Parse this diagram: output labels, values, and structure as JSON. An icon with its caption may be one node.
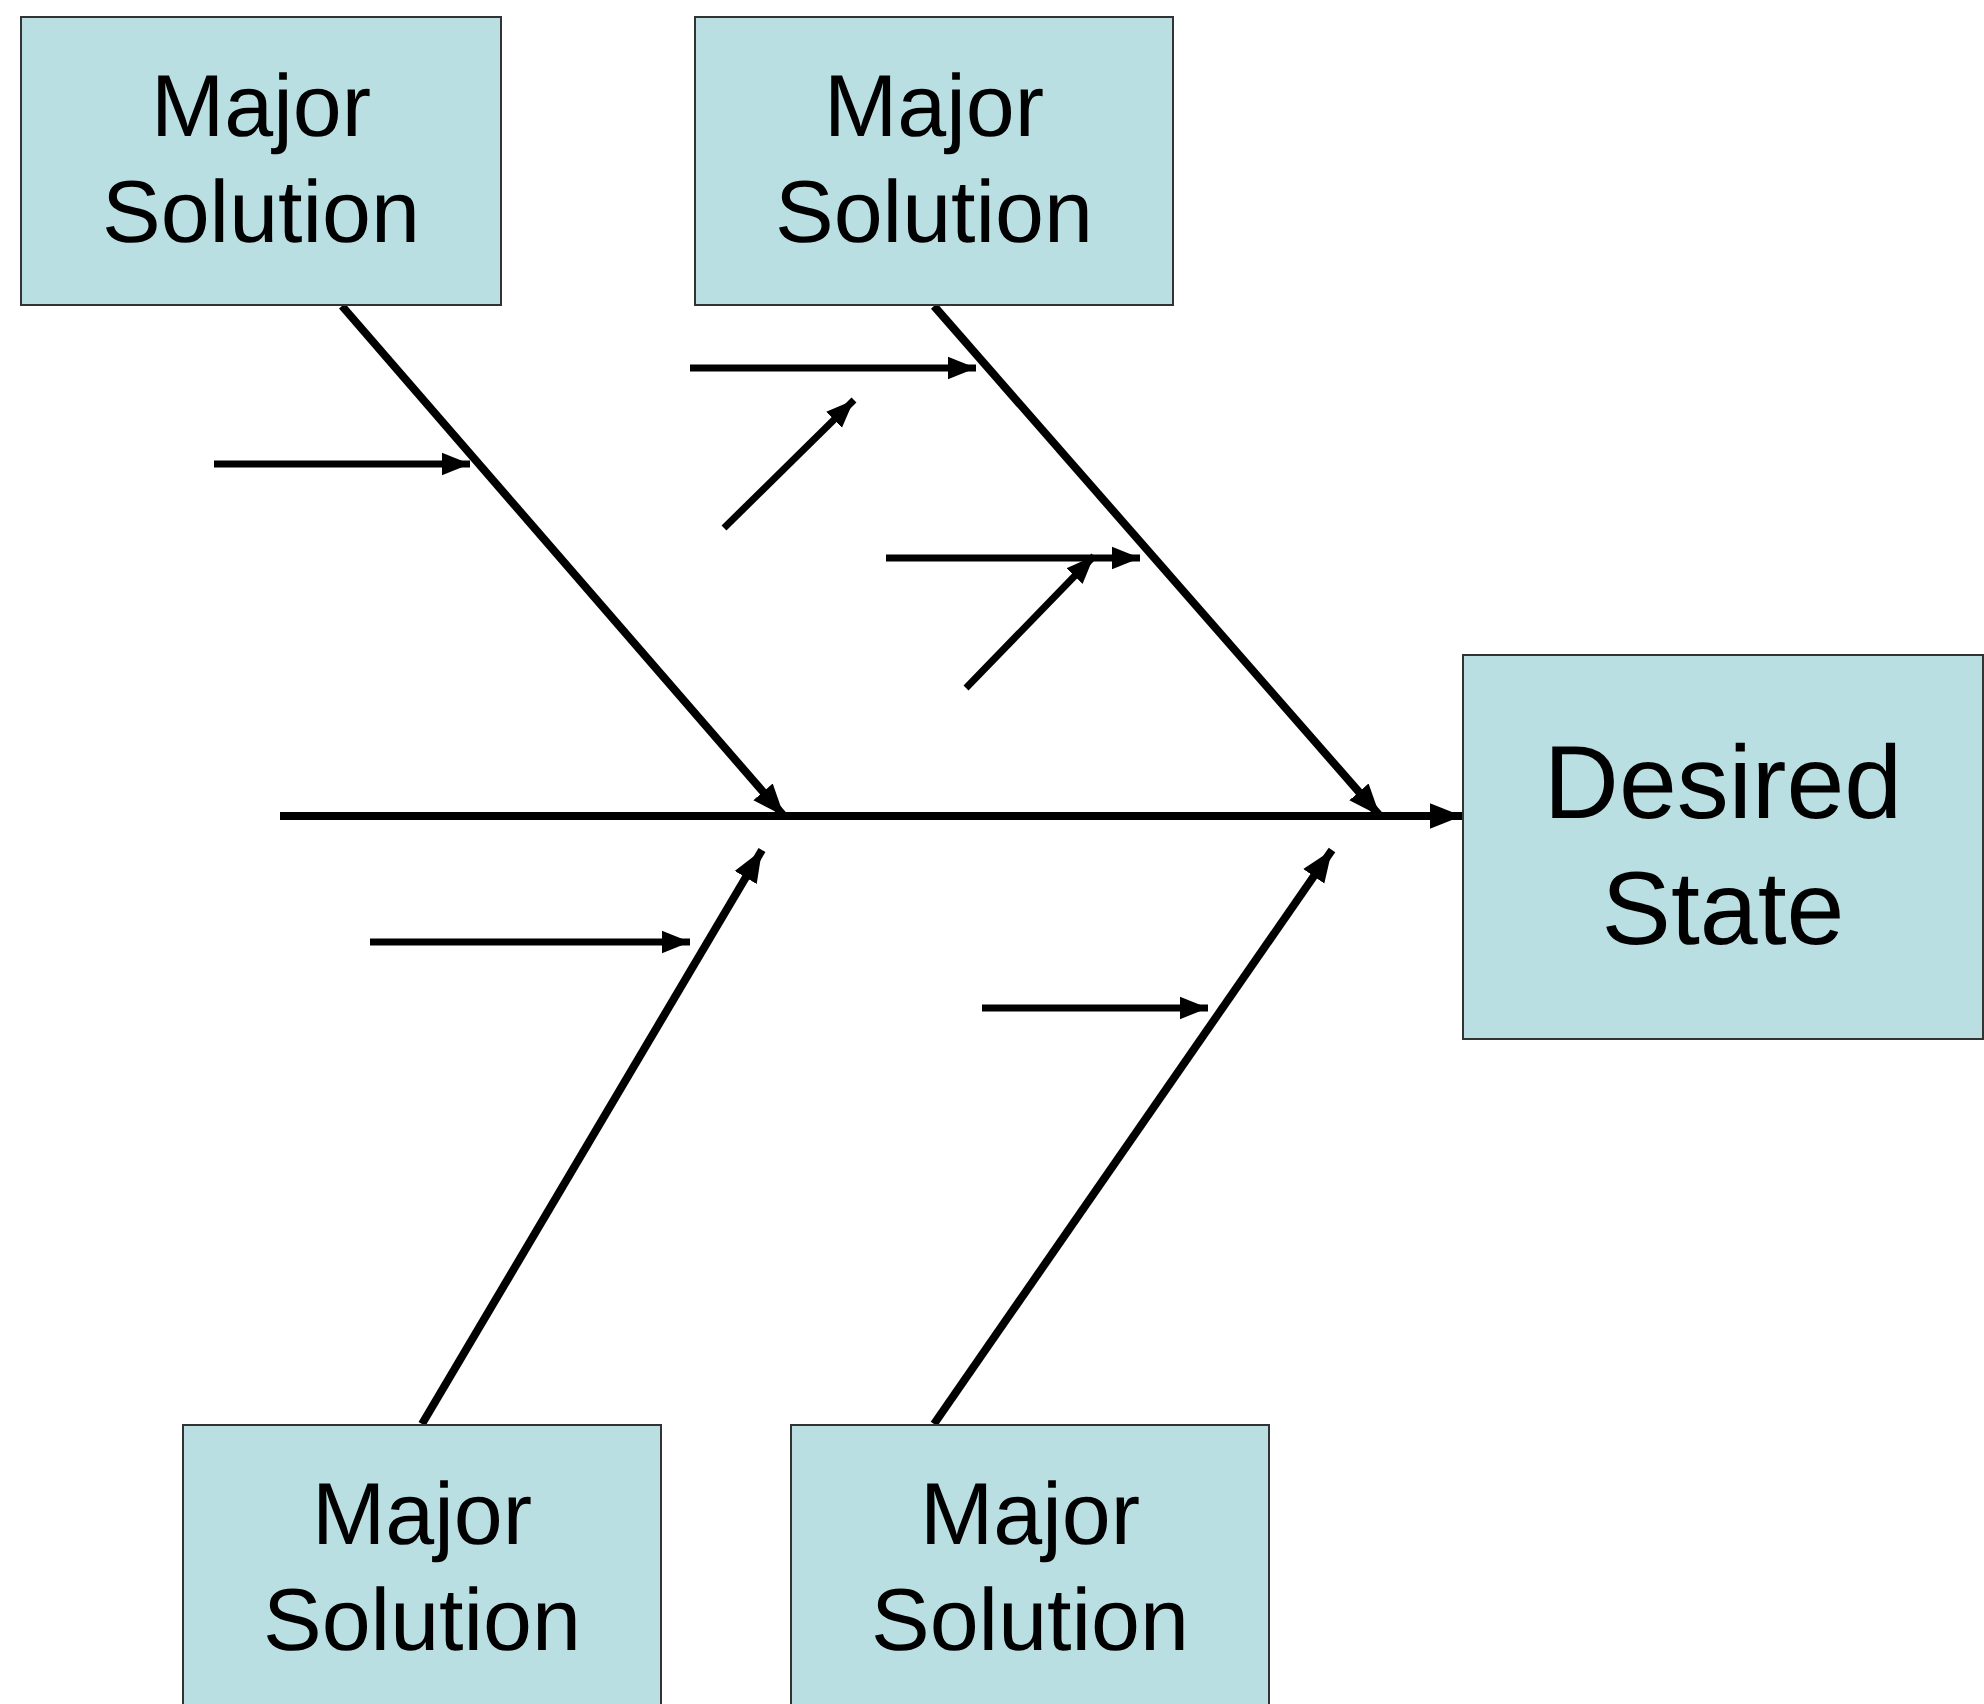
{
  "diagram": {
    "nodes": [
      {
        "text": [
          "Major Solution"
        ]
      },
      {
        "text": [
          "Major Solution"
        ]
      },
      {
        "text": [
          "Desired State"
        ]
      },
      {
        "text": [
          "Major Solution"
        ]
      },
      {
        "text": [
          "Major Solution"
        ]
      }
    ],
    "edges": [
      {
        "from": null,
        "to": 2,
        "arrow": "to"
      },
      {
        "from": 0,
        "to": null,
        "arrow": "to"
      },
      {
        "from": 1,
        "to": null,
        "arrow": "to"
      },
      {
        "from": 3,
        "to": null,
        "arrow": "to"
      },
      {
        "from": 4,
        "to": null,
        "arrow": "to"
      }
    ]
  }
}
